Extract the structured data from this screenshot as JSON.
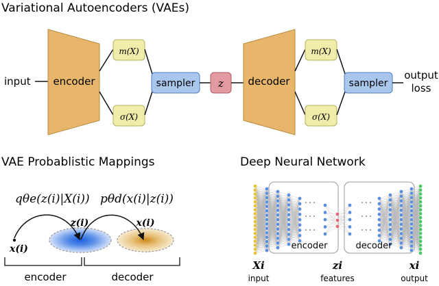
{
  "title": "Variational Autoencoders (VAEs)",
  "vae": {
    "input": "input",
    "encoder": "encoder",
    "mean": "m(X)",
    "sigma": "σ(X)",
    "sampler": "sampler",
    "latent": "z",
    "decoder": "decoder",
    "mean2": "m(X)",
    "sigma2": "σ(X)",
    "sampler2": "sampler",
    "output_line1": "output",
    "output_line2": "loss"
  },
  "mappings": {
    "title": "VAE Probablistic Mappings",
    "q_formula": "qθe(z(i)|X(i))",
    "p_formula": "pθd(x(i)|z(i))",
    "z_label": "z(i)",
    "x_label": "x(i)",
    "xtilde_label": "x(i)",
    "encoder": "encoder",
    "decoder": "decoder"
  },
  "dnn": {
    "title": "Deep Neural Network",
    "encoder": "encoder",
    "decoder": "decoder",
    "X_label": "Xi",
    "z_label": "zi",
    "x_label": "xi",
    "input": "input",
    "features": "features",
    "output": "output"
  },
  "colors": {
    "encoder_fill": "#e8b66a",
    "encoder_stroke": "#b5893c",
    "mean_fill": "#f0ecaa",
    "mean_stroke": "#b8b05a",
    "sampler_fill": "#a9c6ec",
    "sampler_stroke": "#4f7fbf",
    "z_fill": "#e49aa3",
    "z_stroke": "#b25a66",
    "node_yellow": "#e6c33a",
    "node_blue": "#5b8fdc",
    "node_red": "#e06a78",
    "node_green": "#4cc46a"
  }
}
